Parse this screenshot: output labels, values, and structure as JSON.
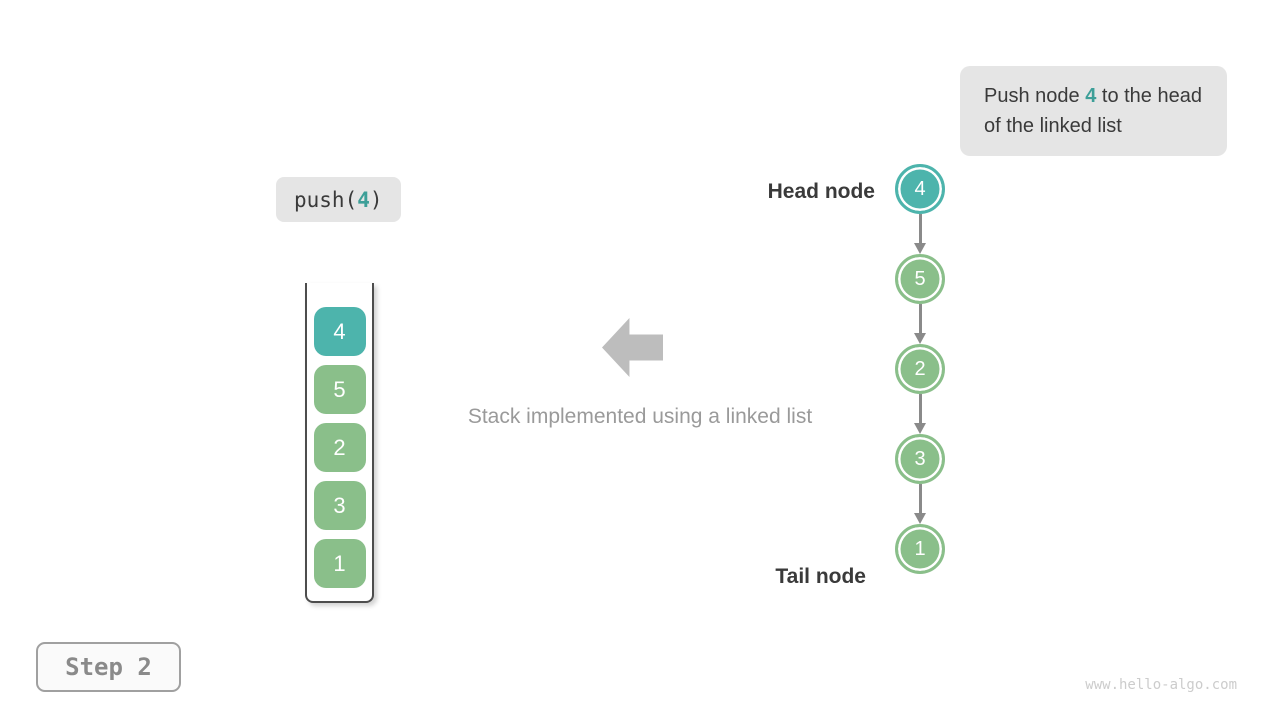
{
  "callout": {
    "prefix": "Push node ",
    "highlight": "4",
    "suffix": " to the head of the linked list"
  },
  "operation": {
    "prefix": "push(",
    "arg": "4",
    "suffix": ")"
  },
  "stack": {
    "items": [
      {
        "value": "4",
        "color": "#4db4ac"
      },
      {
        "value": "5",
        "color": "#8abf8a"
      },
      {
        "value": "2",
        "color": "#8abf8a"
      },
      {
        "value": "3",
        "color": "#8abf8a"
      },
      {
        "value": "1",
        "color": "#8abf8a"
      }
    ]
  },
  "caption": "Stack implemented using a linked list",
  "linked_list": {
    "head_label": "Head node",
    "tail_label": "Tail node",
    "nodes": [
      {
        "value": "4",
        "color": "#4db4ac"
      },
      {
        "value": "5",
        "color": "#8abf8a"
      },
      {
        "value": "2",
        "color": "#8abf8a"
      },
      {
        "value": "3",
        "color": "#8abf8a"
      },
      {
        "value": "1",
        "color": "#8abf8a"
      }
    ]
  },
  "step": {
    "label": "Step 2"
  },
  "watermark": "www.hello-algo.com",
  "colors": {
    "highlight_teal": "#3d9f98",
    "node_teal": "#4db4ac",
    "node_green": "#8abf8a",
    "big_arrow_gray": "#bdbdbd",
    "connector_gray": "#8a8a8a",
    "box_background": "#e5e5e5"
  }
}
